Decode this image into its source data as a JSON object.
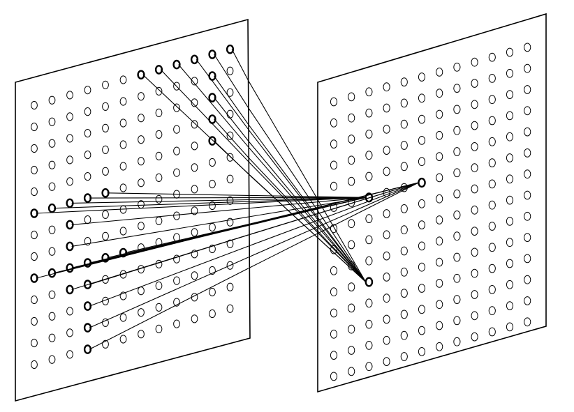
{
  "colors": {
    "ink": "#000000",
    "paper": "#ffffff"
  },
  "input_layer": {
    "rows": 13,
    "cols": 12,
    "fields": [
      {
        "target": [
          9,
          2
        ],
        "sources": [
          [
            0,
            6
          ],
          [
            0,
            7
          ],
          [
            0,
            8
          ],
          [
            0,
            9
          ],
          [
            0,
            10
          ],
          [
            0,
            11
          ],
          [
            1,
            10
          ],
          [
            2,
            10
          ],
          [
            3,
            10
          ],
          [
            4,
            10
          ]
        ]
      },
      {
        "target": [
          5,
          2
        ],
        "sources": [
          [
            5,
            0
          ],
          [
            5,
            1
          ],
          [
            5,
            2
          ],
          [
            5,
            3
          ],
          [
            5,
            4
          ],
          [
            6,
            2
          ],
          [
            7,
            2
          ],
          [
            8,
            2
          ],
          [
            8,
            3
          ],
          [
            8,
            4
          ],
          [
            8,
            5
          ]
        ]
      },
      {
        "target": [
          5,
          5
        ],
        "sources": [
          [
            8,
            0
          ],
          [
            8,
            1
          ],
          [
            8,
            2
          ],
          [
            9,
            2
          ],
          [
            9,
            3
          ],
          [
            10,
            3
          ],
          [
            11,
            3
          ],
          [
            12,
            3
          ]
        ]
      }
    ]
  },
  "output_layer": {
    "rows": 14,
    "cols": 12
  }
}
